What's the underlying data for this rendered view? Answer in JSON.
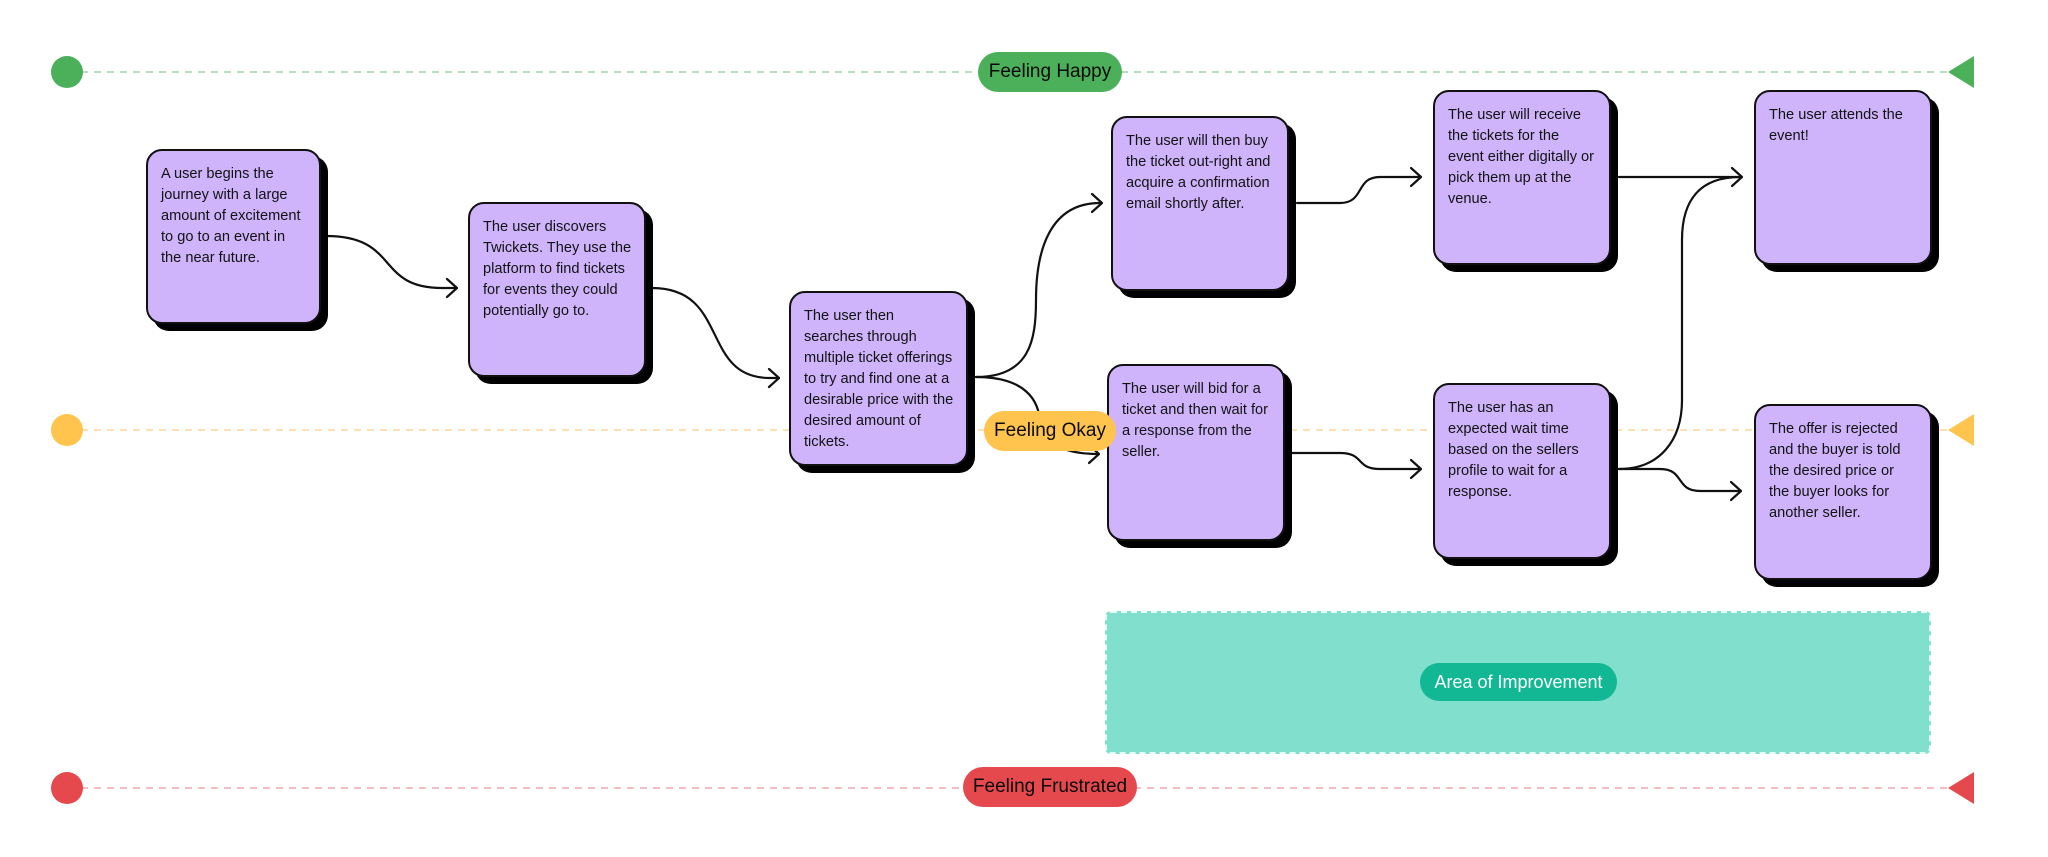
{
  "colors": {
    "happy": "#4caf5a",
    "okay": "#ffc44d",
    "frustrated": "#e5484d",
    "card_fill": "#cfb4fb",
    "improvement_fill": "#80dfcd",
    "improvement_label": "#12b893"
  },
  "emotion_lines": {
    "happy": {
      "label": "Feeling Happy"
    },
    "okay": {
      "label": "Feeling Okay"
    },
    "frustrated": {
      "label": "Feeling Frustrated"
    }
  },
  "steps": [
    {
      "id": "begin",
      "text": "A user begins the journey with a large amount of excitement to go to an event in the near future."
    },
    {
      "id": "discover",
      "text": "The user discovers Twickets. They use the platform to find tickets for events they could potentially go to."
    },
    {
      "id": "search",
      "text": "The user then searches through multiple ticket offerings to try and find one at a desirable price with the desired amount of tickets."
    },
    {
      "id": "buy",
      "text": "The user will then buy the ticket out-right and acquire a confirmation email shortly after."
    },
    {
      "id": "bid",
      "text": "The user will bid for a ticket and then wait for a response from the seller."
    },
    {
      "id": "receive",
      "text": "The user will receive the tickets for the event either digitally or pick them up at the venue."
    },
    {
      "id": "wait",
      "text": "The user has an expected wait time based on the sellers profile to wait for a response."
    },
    {
      "id": "attend",
      "text": "The user attends the event!"
    },
    {
      "id": "rejected",
      "text": "The offer is rejected and the buyer is told the desired price or the buyer looks for another seller."
    }
  ],
  "connections": [
    {
      "from": "begin",
      "to": "discover"
    },
    {
      "from": "discover",
      "to": "search"
    },
    {
      "from": "search",
      "to": "buy"
    },
    {
      "from": "search",
      "to": "bid"
    },
    {
      "from": "buy",
      "to": "receive"
    },
    {
      "from": "bid",
      "to": "wait"
    },
    {
      "from": "receive",
      "to": "attend"
    },
    {
      "from": "wait",
      "to": "attend"
    },
    {
      "from": "wait",
      "to": "rejected"
    }
  ],
  "improvement_area": {
    "label": "Area of Improvement"
  }
}
